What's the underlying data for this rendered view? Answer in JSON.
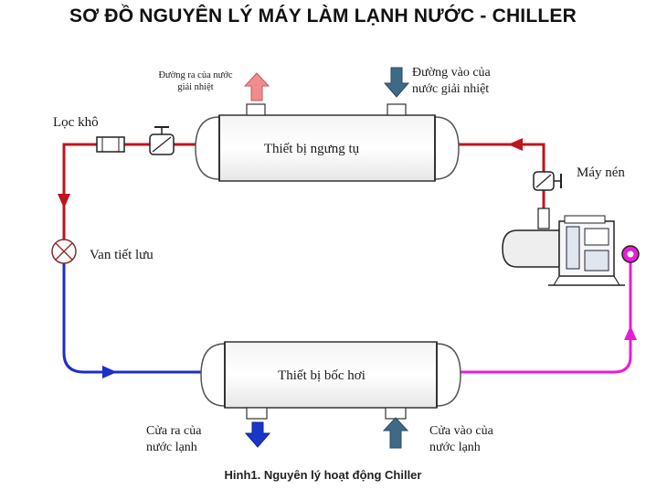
{
  "title": "SƠ ĐỒ NGUYÊN LÝ MÁY LÀM LẠNH NƯỚC - CHILLER",
  "caption": "Hinh1. Nguyên lý hoạt động Chiller",
  "labels": {
    "condenser": "Thiết bị ngưng tụ",
    "evaporator": "Thiết bị bốc hơi",
    "filter_dryer": "Lọc khô",
    "expansion_valve": "Van tiết lưu",
    "compressor": "Máy nén",
    "cooling_out_line1": "Đường ra của nước",
    "cooling_out_line2": "giải nhiệt",
    "cooling_in_line1": "Đường vào của",
    "cooling_in_line2": "nước giải nhiệt",
    "chilled_out_line1": "Cửa ra của",
    "chilled_out_line2": "nước lạnh",
    "chilled_in_line1": "Cửa vào của",
    "chilled_in_line2": "nước lạnh"
  },
  "colors": {
    "high_pressure_liquid": "#c0141e",
    "low_pressure_liquid": "#1a2fc8",
    "suction_vapor": "#e61ed2",
    "hot_water_arrow": "#f28c8c",
    "water_arrow": "#3f6a86",
    "chilled_water_arrow": "#1a36c8"
  }
}
